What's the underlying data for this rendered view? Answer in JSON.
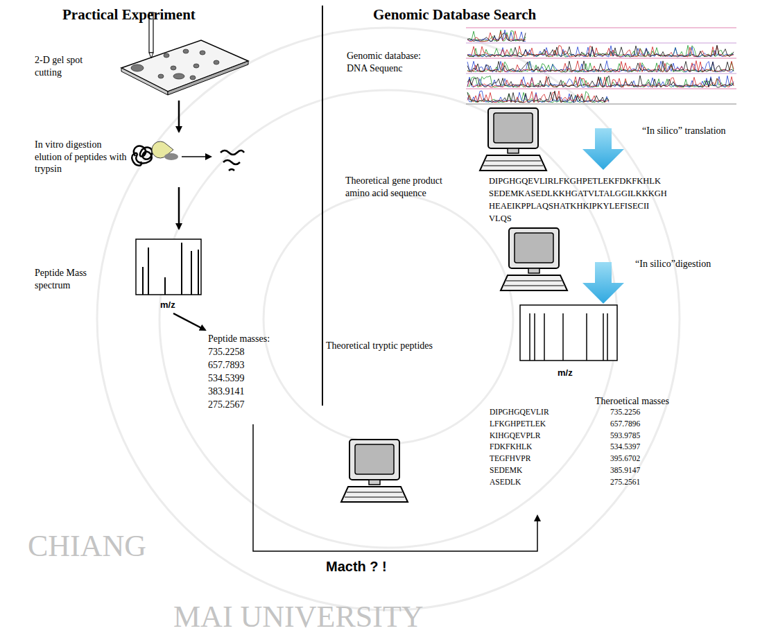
{
  "diagram": {
    "labels": [
      "Practical Experiment",
      "Genomic Database Search",
      "2-D gel spot cutting",
      "In vitro digestion elution of peptides with trypsin",
      "Peptide Mass spectrum",
      "m/z",
      "Peptide masses:",
      "735.2258",
      "657.7893",
      "534.5399",
      "383.9141",
      "275.2567",
      "Genomic database: DNA Sequenc",
      "“In silico” translation",
      "Theoretical gene product amino acid sequence",
      "DIPGHGQEVLIRLFKGHPETLEKFDKFKHLK",
      "SEDEMKASEDLKKHGATVLTALGGILKKKGH",
      "HEAEIKPPLAQSHATKHKIPKYLEFISECII",
      "VLQS",
      "“In silico”digestion",
      "Theoretical tryptic peptides",
      "m/z",
      "Theroetical masses",
      "DIPGHGQEVLIR",
      "LFKGHPETLEK",
      "KIHGQEVPLR",
      "FDKFKHLK",
      "TEGFHVPR",
      "SEDEMK",
      "ASEDLK",
      "735.2256",
      "657.7896",
      "593.9785",
      "534.5397",
      "395.6702",
      "385.9147",
      "275.2561",
      "Macth ? !",
      "CHIANG",
      "MAI UNIVERSITY"
    ]
  }
}
